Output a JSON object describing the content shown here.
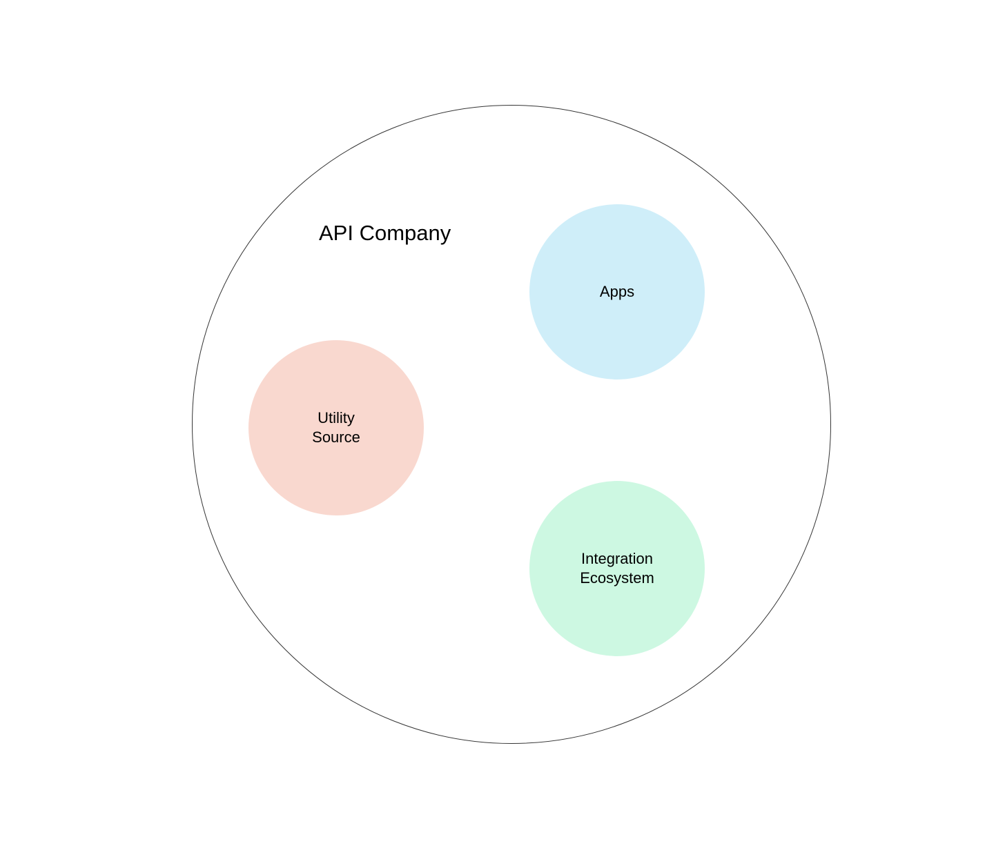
{
  "diagram": {
    "title": "API Company",
    "nodes": [
      {
        "id": "apps",
        "lines": [
          "Apps"
        ],
        "color": "#cfeef9"
      },
      {
        "id": "utility-source",
        "lines": [
          "Utility",
          "Source"
        ],
        "color": "#f9d8cf"
      },
      {
        "id": "integration-ecosystem",
        "lines": [
          "Integration",
          "Ecosystem"
        ],
        "color": "#cdf8e2"
      }
    ],
    "outline_color": "#333333"
  }
}
